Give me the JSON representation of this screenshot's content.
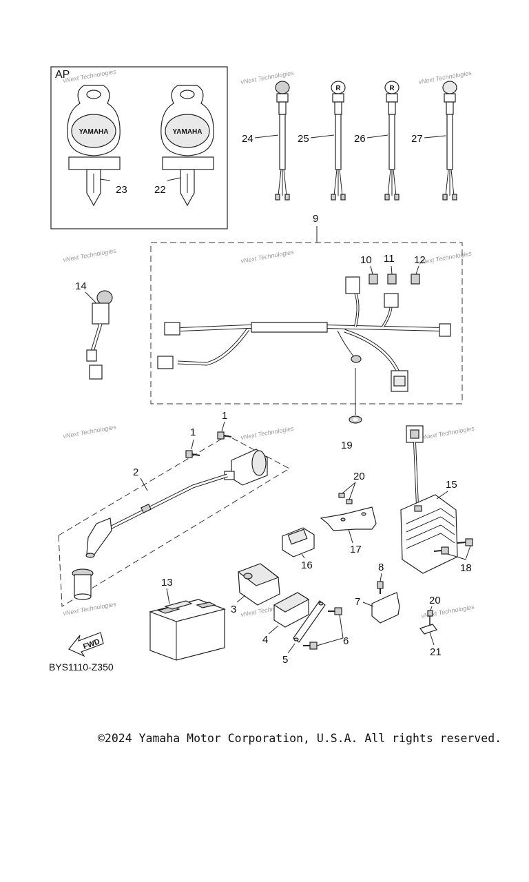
{
  "diagram_code": "BYS1110-Z350",
  "copyright": "©2024 Yamaha Motor Corporation, U.S.A. All rights reserved.",
  "watermark_text": "vNext Technologies",
  "box_label_ap": "AP",
  "key_brand": "YAMAHA",
  "fwd_label": "FWD",
  "callouts": {
    "c1a": "1",
    "c1b": "1",
    "c2": "2",
    "c3": "3",
    "c4": "4",
    "c5": "5",
    "c6": "6",
    "c7": "7",
    "c8": "8",
    "c9": "9",
    "c10": "10",
    "c11": "11",
    "c12": "12",
    "c13": "13",
    "c14": "14",
    "c15": "15",
    "c16": "16",
    "c17": "17",
    "c18": "18",
    "c19": "19",
    "c20a": "20",
    "c20b": "20",
    "c21": "21",
    "c22": "22",
    "c23": "23",
    "c24": "24",
    "c25": "25",
    "c26": "26",
    "c27": "27"
  },
  "switch_glyphs": {
    "s25": "R",
    "s26": "R"
  }
}
